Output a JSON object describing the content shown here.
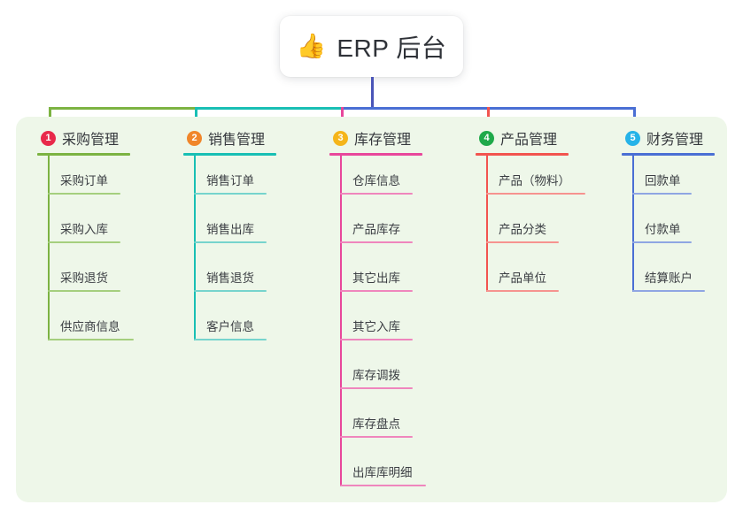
{
  "title": {
    "emoji": "👍",
    "emoji_name": "thumbs-up-icon",
    "text": "ERP 后台"
  },
  "palette": {
    "panel_bg": "#eef7e9",
    "page_bg": "#ffffff",
    "trunk": "#4a55b8",
    "text": "#3b3e43"
  },
  "columns": [
    {
      "number": "1",
      "label": "采购管理",
      "badge_color": "#e8294a",
      "line_color": "#7cb342",
      "rule_color": "#a5cf7e",
      "connector_color": "#7cb342",
      "items": [
        "采购订单",
        "采购入库",
        "采购退货",
        "供应商信息"
      ]
    },
    {
      "number": "2",
      "label": "销售管理",
      "badge_color": "#f0862a",
      "line_color": "#18bfb4",
      "rule_color": "#76d4cd",
      "connector_color": "#18bfb4",
      "items": [
        "销售订单",
        "销售出库",
        "销售退货",
        "客户信息"
      ]
    },
    {
      "number": "3",
      "label": "库存管理",
      "badge_color": "#f5b51a",
      "line_color": "#e8479b",
      "rule_color": "#ef86bd",
      "connector_color": "#e8479b",
      "items": [
        "仓库信息",
        "产品库存",
        "其它出库",
        "其它入库",
        "库存调拨",
        "库存盘点",
        "出库库明细"
      ]
    },
    {
      "number": "4",
      "label": "产品管理",
      "badge_color": "#1fa94a",
      "line_color": "#f2544f",
      "rule_color": "#f6938f",
      "connector_color": "#f2544f",
      "items": [
        "产品（物料）",
        "产品分类",
        "产品单位"
      ]
    },
    {
      "number": "5",
      "label": "财务管理",
      "badge_color": "#26b3e8",
      "line_color": "#4a6fd4",
      "rule_color": "#8fa6e3",
      "connector_color": "#4a6fd4",
      "items": [
        "回款单",
        "付款单",
        "结算账户"
      ]
    }
  ]
}
